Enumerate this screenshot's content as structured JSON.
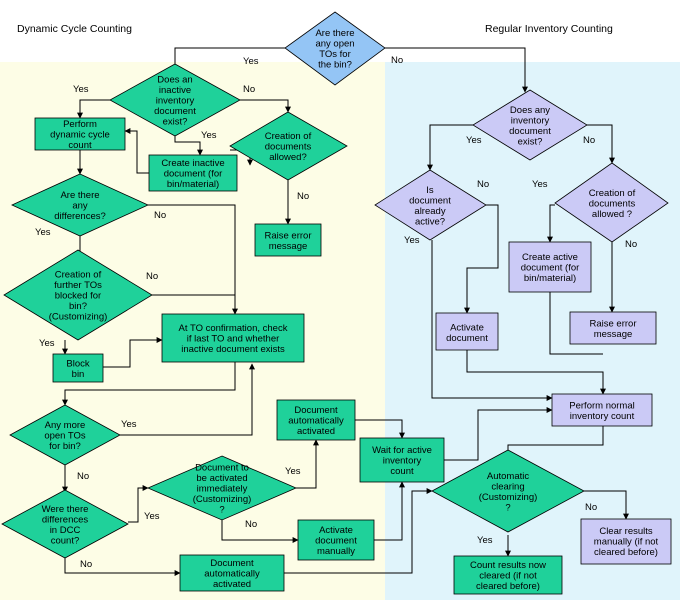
{
  "headers": {
    "left": "Dynamic Cycle Counting",
    "right": "Regular Inventory Counting"
  },
  "colors": {
    "left_zone": "#fdfde6",
    "right_zone": "#e0f4fb",
    "decision_top": "#94c5f5",
    "dcc_nodes": "#1fd19a",
    "regular_nodes": "#cbcaf6"
  },
  "nodes": {
    "q_open_tos": [
      "Are there",
      "any open",
      "TOs for",
      "the bin?"
    ],
    "q_inactive_doc": [
      "Does an",
      "inactive",
      "inventory",
      "document",
      "exist?"
    ],
    "perform_dcc": [
      "Perform",
      "dynamic cycle",
      "count"
    ],
    "q_creation_allowed_left": [
      "Creation of",
      "documents",
      "allowed?"
    ],
    "create_inactive_doc": [
      "Create inactive",
      "document (for",
      "bin/material)"
    ],
    "q_differences": [
      "Are there",
      "any",
      "differences?"
    ],
    "raise_error_left": [
      "Raise error",
      "message"
    ],
    "q_further_tos_blocked": [
      "Creation of",
      "further TOs",
      "blocked for",
      "bin?",
      "(Customizing)"
    ],
    "at_to_confirmation": [
      "At TO confirmation, check",
      "if last TO and whether",
      "inactive document exists"
    ],
    "block_bin": [
      "Block",
      "bin"
    ],
    "q_more_open_tos": [
      "Any more",
      "open TOs",
      "for bin?"
    ],
    "doc_auto_activated_mid": [
      "Document",
      "automatically",
      "activated"
    ],
    "q_doc_activated_immediately": [
      "Document to",
      "be activated",
      "immediately",
      "(Customizing)",
      "?"
    ],
    "wait_active_count": [
      "Wait for active",
      "inventory",
      "count"
    ],
    "q_differences_dcc": [
      "Were there",
      "differences",
      "in DCC",
      "count?"
    ],
    "activate_doc_manually": [
      "Activate",
      "document",
      "manually"
    ],
    "doc_auto_activated_bottom": [
      "Document",
      "automatically",
      "activated"
    ],
    "q_any_inventory_doc": [
      "Does any",
      "inventory",
      "document",
      "exist?"
    ],
    "q_doc_already_active": [
      "Is",
      "document",
      "already",
      "active?"
    ],
    "q_creation_allowed_right": [
      "Creation of",
      "documents",
      "allowed ?"
    ],
    "create_active_doc": [
      "Create active",
      "document (for",
      "bin/material)"
    ],
    "activate_doc": [
      "Activate",
      "document"
    ],
    "raise_error_right": [
      "Raise error",
      "message"
    ],
    "perform_normal_count": [
      "Perform normal",
      "inventory count"
    ],
    "q_auto_clearing": [
      "Automatic",
      "clearing",
      "(Customizing)",
      "?"
    ],
    "clear_results_manually": [
      "Clear results",
      "manually (if not",
      "cleared before)"
    ],
    "count_results_cleared": [
      "Count results now",
      "cleared (if not",
      "cleared before)"
    ]
  },
  "edge_labels": {
    "open_tos_yes": "Yes",
    "open_tos_no": "No",
    "inactive_yes": "Yes",
    "inactive_no": "No",
    "creation_left_yes": "Yes",
    "creation_left_no": "No",
    "differences_yes": "Yes",
    "differences_no": "No",
    "further_tos_yes": "Yes",
    "further_tos_no": "No",
    "more_tos_yes": "Yes",
    "more_tos_no": "No",
    "activated_immediately_yes": "Yes",
    "activated_immediately_no": "No",
    "dcc_diff_yes": "Yes",
    "dcc_diff_no": "No",
    "any_doc_yes": "Yes",
    "any_doc_no": "No",
    "already_active_yes": "Yes",
    "already_active_no": "No",
    "creation_right_yes": "Yes",
    "creation_right_no": "No",
    "auto_clearing_yes": "Yes",
    "auto_clearing_no": "No"
  }
}
